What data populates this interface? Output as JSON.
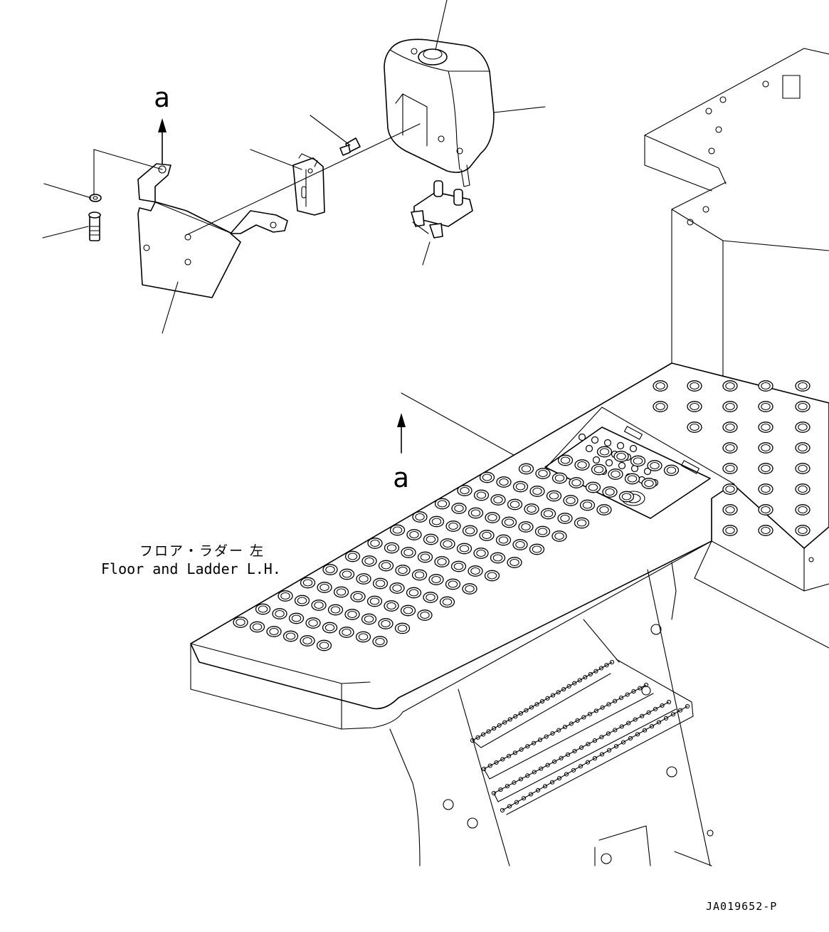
{
  "diagram": {
    "view_marker_top": "a",
    "view_marker_bottom": "a",
    "caption_japanese": "フロア・ラダー 左",
    "caption_english": "Floor and Ladder L.H.",
    "drawing_number": "JA019652-P"
  }
}
